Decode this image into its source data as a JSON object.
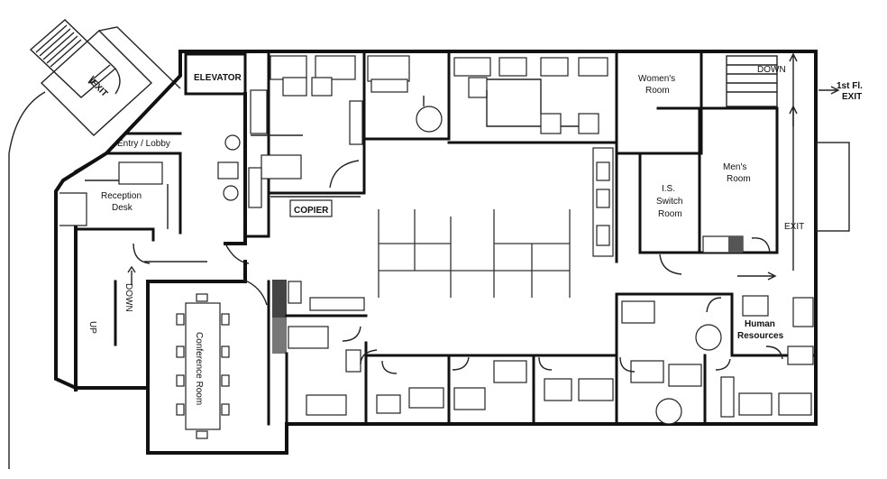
{
  "labels": {
    "elevator": "ELEVATOR",
    "exit_stair": "EXIT",
    "entry_lobby": "Entry / Lobby",
    "reception": [
      "Reception",
      "Desk"
    ],
    "copier": "COPIER",
    "womens_room": [
      "Women's",
      "Room"
    ],
    "mens_room": [
      "Men's",
      "Room"
    ],
    "is_switch_room": [
      "I.S.",
      "Switch",
      "Room"
    ],
    "first_floor_exit": [
      "1st Fl.",
      "EXIT"
    ],
    "down_top": "DOWN",
    "exit_corridor": "EXIT",
    "down_left": "DOWN",
    "up_left": "UP",
    "conference": "Conference Room",
    "human_resources": [
      "Human",
      "Resources"
    ]
  }
}
